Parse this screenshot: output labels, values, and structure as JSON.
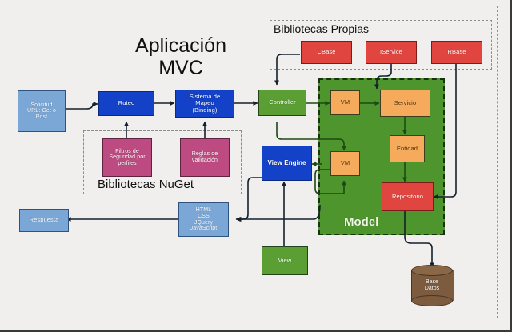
{
  "diagram": {
    "title": "Aplicación\nMVC",
    "groups": [
      {
        "id": "app",
        "label": ""
      },
      {
        "id": "nuget",
        "label": "Bibliotecas NuGet"
      },
      {
        "id": "propias",
        "label": "Bibliotecas Propias"
      }
    ],
    "model_label": "Model",
    "nodes": {
      "solicitud": "Solicitud\nURL: Get o\nPost",
      "ruteo": "Ruteo",
      "mapeo": "Sistema de\nMapeo\n(Binding)",
      "controller": "Controller",
      "filtros": "Filtros de\nSeguridad por\nperfiles",
      "reglas": "Reglas de\nvalidación",
      "cbase": "CBase",
      "iservice": "IService",
      "rbase": "RBase",
      "vm_top": "VM",
      "vm_bottom": "VM",
      "servicio": "Servicio",
      "entidad": "Entidad",
      "repositorio": "Repositorio",
      "view_engine": "View Engine",
      "view": "View",
      "frontend": "HTML\nCSS\nJQuery\nJavaScript",
      "respuesta": "Respuesta",
      "base_datos": "Base\nDatos"
    },
    "colors": {
      "blue_light": "#7ba7d7",
      "blue_dark": "#1341c8",
      "pink": "#bd4a80",
      "green": "#5a9e34",
      "model_green": "#4f952d",
      "red": "#e0463f",
      "orange": "#f5aa5c",
      "brown": "#7c5b3e",
      "background": "#f0efed",
      "arrow": "#14202c"
    }
  },
  "chart_data": {
    "type": "diagram",
    "title": "Aplicación MVC",
    "nodes": [
      {
        "id": "solicitud",
        "label": "Solicitud URL: Get o Post",
        "color": "#7ba7d7",
        "group": "outside"
      },
      {
        "id": "ruteo",
        "label": "Ruteo",
        "color": "#1341c8",
        "group": "app"
      },
      {
        "id": "mapeo",
        "label": "Sistema de Mapeo (Binding)",
        "color": "#1341c8",
        "group": "app"
      },
      {
        "id": "controller",
        "label": "Controller",
        "color": "#5a9e34",
        "group": "app"
      },
      {
        "id": "filtros",
        "label": "Filtros de Seguridad por perfiles",
        "color": "#bd4a80",
        "group": "nuget"
      },
      {
        "id": "reglas",
        "label": "Reglas de validación",
        "color": "#bd4a80",
        "group": "nuget"
      },
      {
        "id": "cbase",
        "label": "CBase",
        "color": "#e0463f",
        "group": "propias"
      },
      {
        "id": "iservice",
        "label": "IService",
        "color": "#e0463f",
        "group": "propias"
      },
      {
        "id": "rbase",
        "label": "RBase",
        "color": "#e0463f",
        "group": "propias"
      },
      {
        "id": "vm_top",
        "label": "VM",
        "color": "#f5aa5c",
        "group": "model"
      },
      {
        "id": "vm_bottom",
        "label": "VM",
        "color": "#f5aa5c",
        "group": "model"
      },
      {
        "id": "servicio",
        "label": "Servicio",
        "color": "#f5aa5c",
        "group": "model"
      },
      {
        "id": "entidad",
        "label": "Entidad",
        "color": "#f5aa5c",
        "group": "model"
      },
      {
        "id": "repositorio",
        "label": "Repositorio",
        "color": "#e0463f",
        "group": "model"
      },
      {
        "id": "view_engine",
        "label": "View Engine",
        "color": "#1341c8",
        "group": "app"
      },
      {
        "id": "view",
        "label": "View",
        "color": "#5a9e34",
        "group": "app"
      },
      {
        "id": "frontend",
        "label": "HTML CSS JQuery JavaScript",
        "color": "#7ba7d7",
        "group": "app"
      },
      {
        "id": "respuesta",
        "label": "Respuesta",
        "color": "#7ba7d7",
        "group": "outside"
      },
      {
        "id": "base_datos",
        "label": "Base Datos",
        "color": "#7c5b3e",
        "group": "outside"
      }
    ],
    "edges": [
      {
        "from": "solicitud",
        "to": "ruteo"
      },
      {
        "from": "ruteo",
        "to": "mapeo"
      },
      {
        "from": "mapeo",
        "to": "controller"
      },
      {
        "from": "filtros",
        "to": "ruteo"
      },
      {
        "from": "reglas",
        "to": "mapeo"
      },
      {
        "from": "cbase",
        "to": "controller"
      },
      {
        "from": "iservice",
        "to": "servicio"
      },
      {
        "from": "rbase",
        "to": "repositorio"
      },
      {
        "from": "controller",
        "to": "vm_top"
      },
      {
        "from": "vm_top",
        "to": "servicio"
      },
      {
        "from": "servicio",
        "to": "entidad"
      },
      {
        "from": "entidad",
        "to": "repositorio"
      },
      {
        "from": "repositorio",
        "to": "base_datos"
      },
      {
        "from": "controller",
        "to": "vm_bottom"
      },
      {
        "from": "vm_bottom",
        "to": "view_engine"
      },
      {
        "from": "view",
        "to": "view_engine"
      },
      {
        "from": "view_engine",
        "to": "frontend"
      },
      {
        "from": "frontend",
        "to": "respuesta"
      }
    ]
  }
}
